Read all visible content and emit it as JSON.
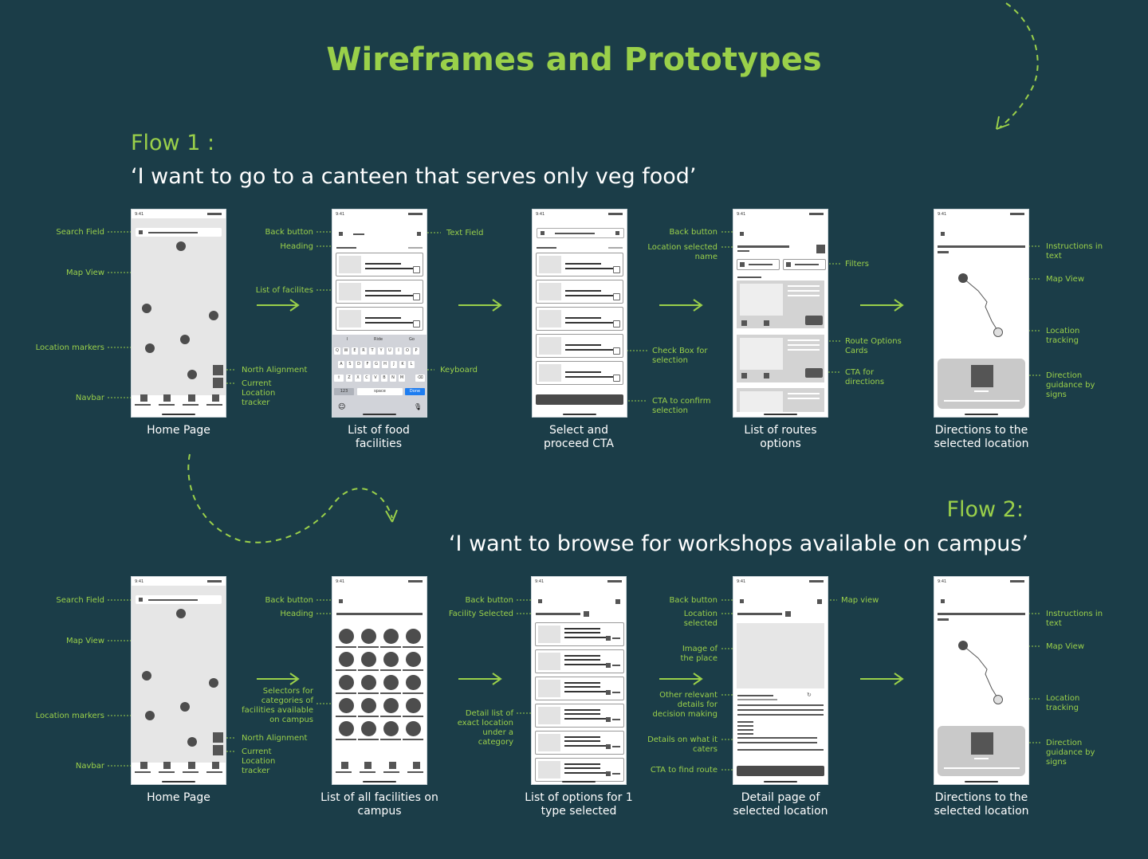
{
  "title": "Wireframes and Prototypes",
  "accent_color": "#9ad04a",
  "background_color": "#1b3d48",
  "flow1": {
    "label": "Flow 1 :",
    "quote": "‘I want to go to a canteen that serves only veg food’",
    "screens": [
      {
        "caption": "Home Page",
        "status_time": "9:41"
      },
      {
        "caption": "List of food facilities",
        "status_time": "9:41"
      },
      {
        "caption": "Select and proceed CTA",
        "status_time": "9:41"
      },
      {
        "caption": "List of routes options",
        "status_time": "9:41"
      },
      {
        "caption": "Directions to the selected location",
        "status_time": "9:41"
      }
    ],
    "annotations": {
      "search_field": "Search Field",
      "map_view": "Map View",
      "location_markers": "Location markers",
      "navbar": "Navbar",
      "north_alignment": "North Alignment",
      "current_location_tracker": "Current Location tracker",
      "back_button_2": "Back button",
      "heading": "Heading",
      "list_of_facilities": "List of facilites",
      "text_field": "Text Field",
      "keyboard": "Keyboard",
      "check_box": "Check Box for selection",
      "cta_confirm": "CTA to confirm selection",
      "back_button_4": "Back button",
      "location_selected_name": "Location selected name",
      "filters": "Filters",
      "route_options_cards": "Route Options Cards",
      "cta_directions": "CTA for directions",
      "instructions_in_text": "Instructions in text",
      "map_view_5": "Map View",
      "location_tracking": "Location tracking",
      "direction_guidance": "Direction guidance by signs"
    },
    "keyboard": {
      "suggestions": [
        "I",
        "Ride",
        "Go"
      ],
      "row1": [
        "Q",
        "W",
        "E",
        "R",
        "T",
        "Y",
        "U",
        "I",
        "O",
        "P"
      ],
      "row2": [
        "A",
        "S",
        "D",
        "F",
        "G",
        "H",
        "J",
        "K",
        "L"
      ],
      "row3": [
        "Z",
        "X",
        "C",
        "V",
        "B",
        "N",
        "M"
      ],
      "num_key": "123",
      "space_key": "space",
      "done_key": "Done"
    }
  },
  "flow2": {
    "label": "Flow 2:",
    "quote": "‘I want to browse for workshops available on campus’",
    "screens": [
      {
        "caption": "Home Page",
        "status_time": "9:41"
      },
      {
        "caption": "List of all facilities on campus",
        "status_time": "9:41"
      },
      {
        "caption": "List of options for 1 type selected",
        "status_time": "9:41"
      },
      {
        "caption": "Detail page of selected location",
        "status_time": "9:41"
      },
      {
        "caption": "Directions to the selected location",
        "status_time": "9:41"
      }
    ],
    "annotations": {
      "search_field": "Search Field",
      "map_view": "Map View",
      "location_markers": "Location markers",
      "navbar": "Navbar",
      "north_alignment": "North Alignment",
      "current_location_tracker": "Current Location tracker",
      "back_button_2": "Back button",
      "heading": "Heading",
      "selectors": "Selectors for categories of facilities available on campus",
      "back_button_3": "Back button",
      "facility_selected": "Facility Selected",
      "detail_list": "Detail list of exact location under a category",
      "back_button_4": "Back button",
      "location_selected": "Location selected",
      "image_of_place": "Image of the place",
      "other_details": "Other relevant details for decision making",
      "details_caters": "Details on what it caters",
      "cta_find_route": "CTA to find route",
      "map_view_top": "Map view",
      "instructions_in_text": "Instructions in text",
      "map_view_5": "Map View",
      "location_tracking": "Location tracking",
      "direction_guidance": "Direction guidance by signs"
    }
  }
}
